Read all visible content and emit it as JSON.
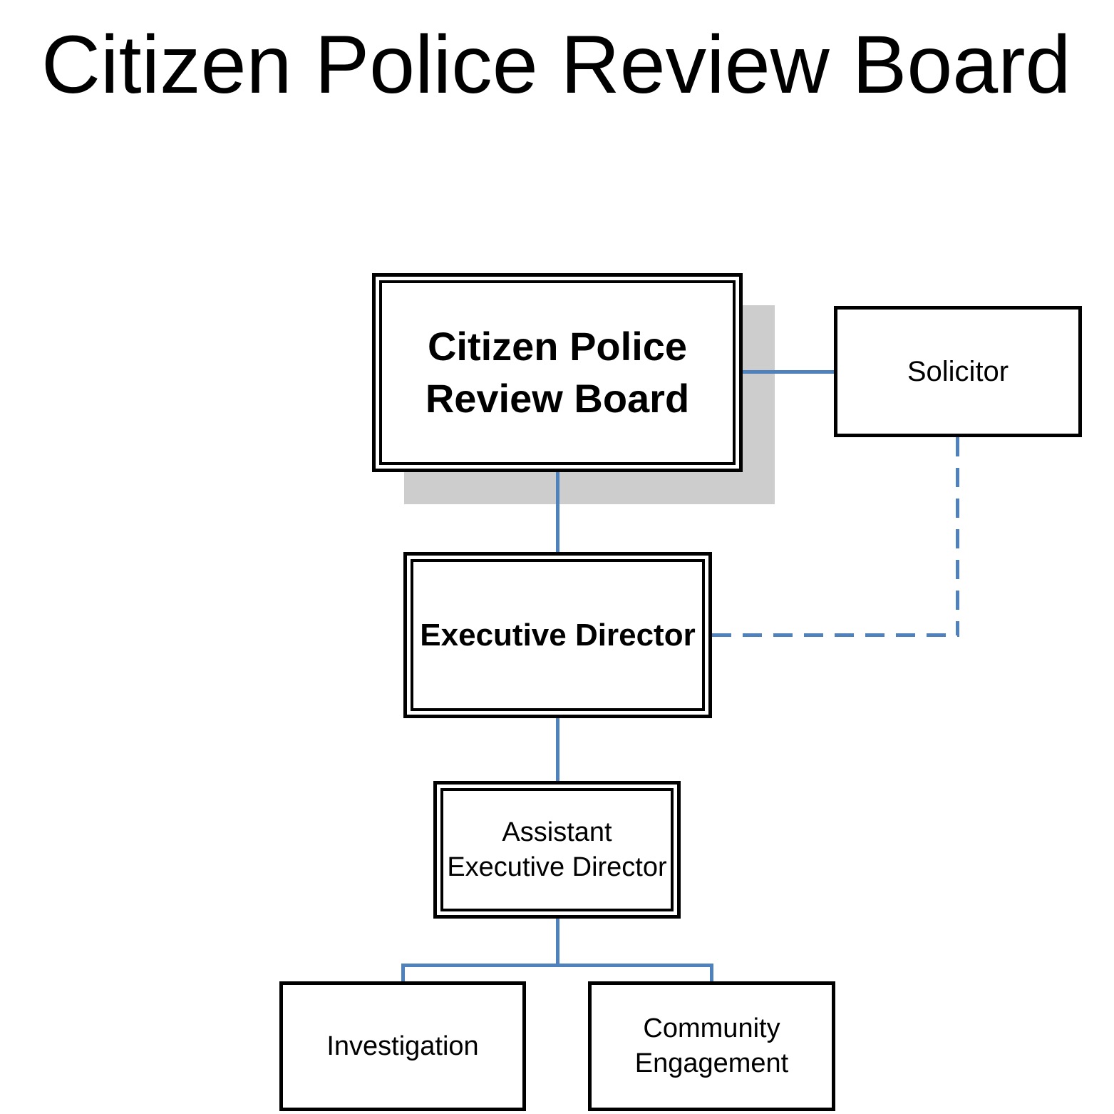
{
  "title": "Citizen Police Review Board",
  "colors": {
    "connector_blue": "#4F81BD",
    "shadow_gray": "#CDCDCD",
    "box_border": "#000000",
    "text": "#000000",
    "background": "#FFFFFF"
  },
  "nodes": {
    "board": {
      "line1": "Citizen Police",
      "line2": "Review Board",
      "border": "double",
      "bold": true,
      "shadow": true
    },
    "solicitor": {
      "line1": "Solicitor",
      "border": "single",
      "bold": false
    },
    "executive_director": {
      "line1": "Executive Director",
      "border": "double",
      "bold": true
    },
    "assistant_executive_director": {
      "line1": "Assistant",
      "line2": "Executive Director",
      "border": "double",
      "bold": false
    },
    "investigation": {
      "line1": "Investigation",
      "border": "single",
      "bold": false
    },
    "community_engagement": {
      "line1": "Community",
      "line2": "Engagement",
      "border": "single",
      "bold": false
    }
  },
  "edges": [
    {
      "from": "board",
      "to": "solicitor",
      "style": "solid"
    },
    {
      "from": "board",
      "to": "executive_director",
      "style": "solid"
    },
    {
      "from": "executive_director",
      "to": "solicitor",
      "style": "dashed"
    },
    {
      "from": "executive_director",
      "to": "assistant_executive_director",
      "style": "solid"
    },
    {
      "from": "assistant_executive_director",
      "to": "investigation",
      "style": "solid"
    },
    {
      "from": "assistant_executive_director",
      "to": "community_engagement",
      "style": "solid"
    }
  ]
}
